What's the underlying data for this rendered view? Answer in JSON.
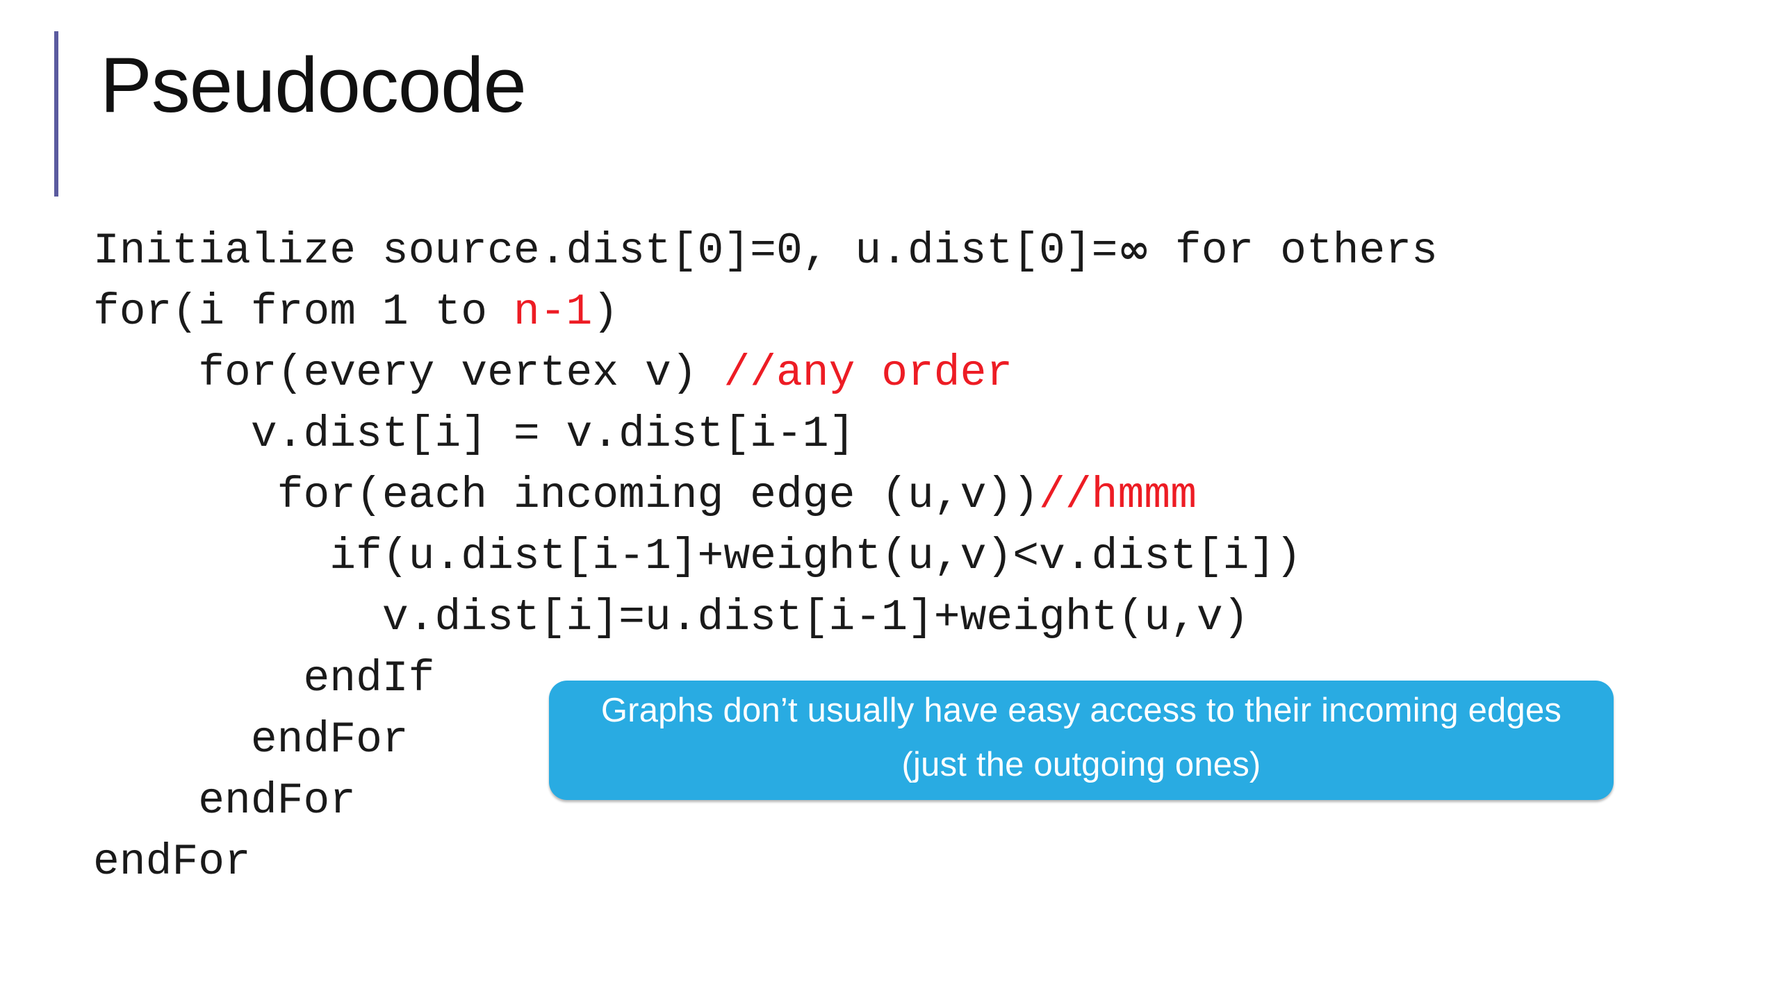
{
  "slide": {
    "title": "Pseudocode",
    "accent_color": "#5B5B9F",
    "background_color": "#ffffff"
  },
  "code": {
    "text_color": "#1a1a1a",
    "highlight_color": "#ED1C24",
    "lines": [
      {
        "id": "line-initialize",
        "indent": 0,
        "segments": [
          {
            "text": "Initialize source.dist[0]=0, u.dist[0]=",
            "color": "black"
          },
          {
            "text": "∞",
            "color": "black",
            "style": "infinity"
          },
          {
            "text": " for others",
            "color": "black"
          }
        ]
      },
      {
        "id": "line-for-i",
        "indent": 0,
        "segments": [
          {
            "text": "for(i from 1 to ",
            "color": "black"
          },
          {
            "text": "n-1",
            "color": "red"
          },
          {
            "text": ")",
            "color": "black"
          }
        ]
      },
      {
        "id": "line-for-vertex",
        "indent": 4,
        "segments": [
          {
            "text": "for(every vertex v) ",
            "color": "black"
          },
          {
            "text": "//any order",
            "color": "red"
          }
        ]
      },
      {
        "id": "line-copy-dist",
        "indent": 6,
        "segments": [
          {
            "text": "v.dist[i] = v.dist[i-1]",
            "color": "black"
          }
        ]
      },
      {
        "id": "line-for-incoming-edge",
        "indent": 7,
        "segments": [
          {
            "text": "for(each incoming edge (u,v))",
            "color": "black"
          },
          {
            "text": "//hmmm",
            "color": "red"
          }
        ]
      },
      {
        "id": "line-if-relax",
        "indent": 9,
        "segments": [
          {
            "text": "if(u.dist[i-1]+weight(u,v)<v.dist[i])",
            "color": "black"
          }
        ]
      },
      {
        "id": "line-relax-assign",
        "indent": 11,
        "segments": [
          {
            "text": "v.dist[i]=u.dist[i-1]+weight(u,v)",
            "color": "black"
          }
        ]
      },
      {
        "id": "line-endif",
        "indent": 8,
        "segments": [
          {
            "text": "endIf",
            "color": "black"
          }
        ]
      },
      {
        "id": "line-endfor-3",
        "indent": 6,
        "segments": [
          {
            "text": "endFor",
            "color": "black"
          }
        ]
      },
      {
        "id": "line-endfor-2",
        "indent": 4,
        "segments": [
          {
            "text": "endFor",
            "color": "black"
          }
        ]
      },
      {
        "id": "line-endfor-1",
        "indent": 0,
        "segments": [
          {
            "text": "endFor",
            "color": "black"
          }
        ]
      }
    ]
  },
  "callout": {
    "background_color": "#29ABE2",
    "text_color": "#ffffff",
    "line1": "Graphs don’t usually have easy access to their incoming",
    "line2": "edges (just the outgoing ones)",
    "text": "Graphs don’t usually have easy access to their incoming edges (just the outgoing ones)"
  }
}
